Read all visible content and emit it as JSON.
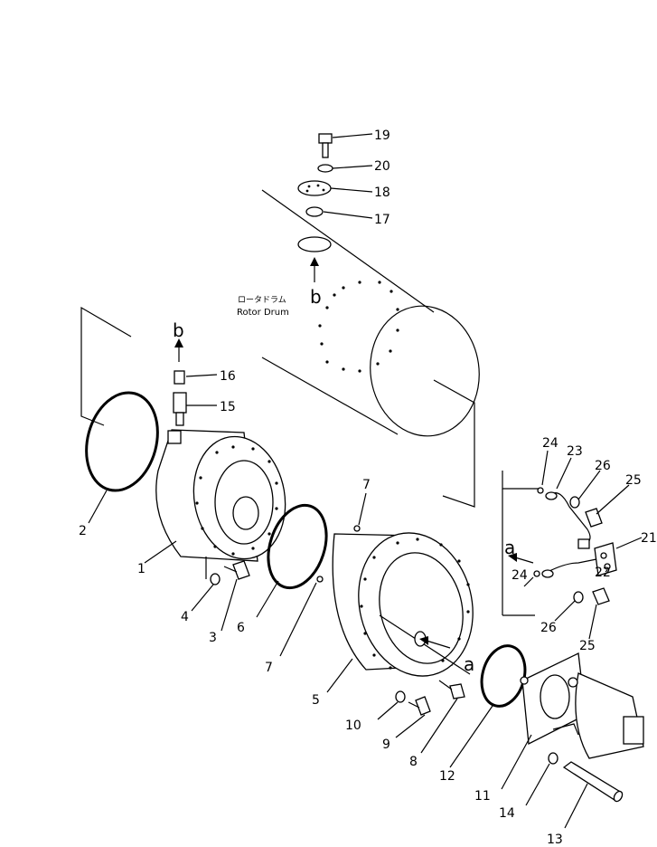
{
  "drum_label_jp": "ロータドラム",
  "drum_label_en": "Rotor Drum",
  "arrow_letters": {
    "a1": "a",
    "a2": "a",
    "b1": "b",
    "b2": "b"
  },
  "callouts": {
    "p1": "1",
    "p2": "2",
    "p3": "3",
    "p4": "4",
    "p5": "5",
    "p6": "6",
    "p7a": "7",
    "p7b": "7",
    "p8": "8",
    "p9": "9",
    "p10": "10",
    "p11": "11",
    "p12": "12",
    "p13": "13",
    "p14": "14",
    "p15": "15",
    "p16": "16",
    "p17": "17",
    "p18": "18",
    "p19": "19",
    "p20": "20",
    "p21": "21",
    "p22": "22",
    "p23": "23",
    "p24a": "24",
    "p24b": "24",
    "p25a": "25",
    "p25b": "25",
    "p26a": "26",
    "p26b": "26"
  }
}
